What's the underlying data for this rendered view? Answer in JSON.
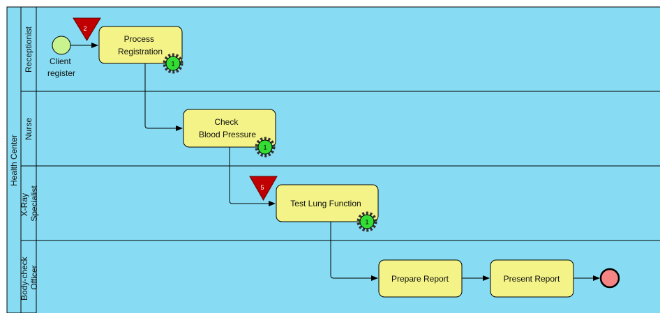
{
  "pool": {
    "name": "Health Center"
  },
  "lanes": [
    {
      "id": "receptionist",
      "lines": [
        "Receptionist"
      ]
    },
    {
      "id": "nurse",
      "lines": [
        "Nurse"
      ]
    },
    {
      "id": "xray",
      "lines": [
        "X-Ray",
        "Specialist"
      ]
    },
    {
      "id": "bodycheck",
      "lines": [
        "Body-check",
        "Officer"
      ]
    }
  ],
  "start_event": {
    "lines": [
      "Client",
      "register"
    ]
  },
  "tasks": [
    {
      "id": "process-registration",
      "lines": [
        "Process",
        "Registration"
      ],
      "token": "1",
      "marker": "2"
    },
    {
      "id": "check-blood-pressure",
      "lines": [
        "Check",
        "Blood Pressure"
      ],
      "token": "1"
    },
    {
      "id": "test-lung-function",
      "lines": [
        "Test Lung Function"
      ],
      "token": "1",
      "marker": "5"
    },
    {
      "id": "prepare-report",
      "lines": [
        "Prepare Report"
      ]
    },
    {
      "id": "present-report",
      "lines": [
        "Present Report"
      ]
    }
  ],
  "colors": {
    "lane_fill": "#87dcf3",
    "task_fill": "#f3f387",
    "start_fill": "#c9f38e",
    "end_fill": "#f58585",
    "marker_fill": "#c00000",
    "token_fill": "#33dd33",
    "line": "#000000"
  }
}
